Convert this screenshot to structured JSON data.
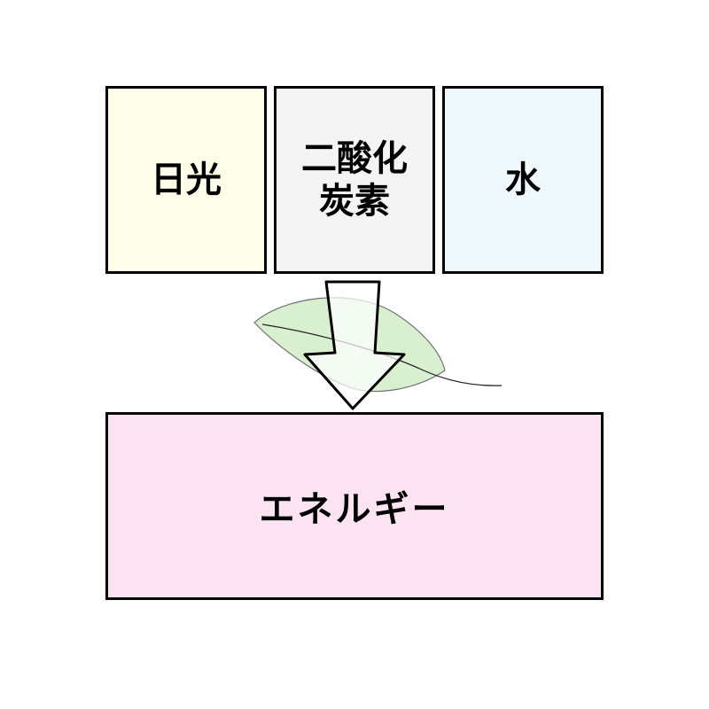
{
  "inputs": {
    "sunlight": {
      "label": "日光",
      "color": "#fdfde9"
    },
    "carbon_dioxide": {
      "label": "二酸化\n炭素",
      "color": "#f4f4f4"
    },
    "water": {
      "label": "水",
      "color": "#eff8fb"
    }
  },
  "output": {
    "energy": {
      "label": "エネルギー",
      "color": "#fbe3f1"
    }
  },
  "colors": {
    "border": "#000000",
    "leaf": "#d6f0cd",
    "arrow_fill": "#ffffff"
  },
  "icons": [
    "leaf-icon",
    "down-arrow-icon"
  ]
}
